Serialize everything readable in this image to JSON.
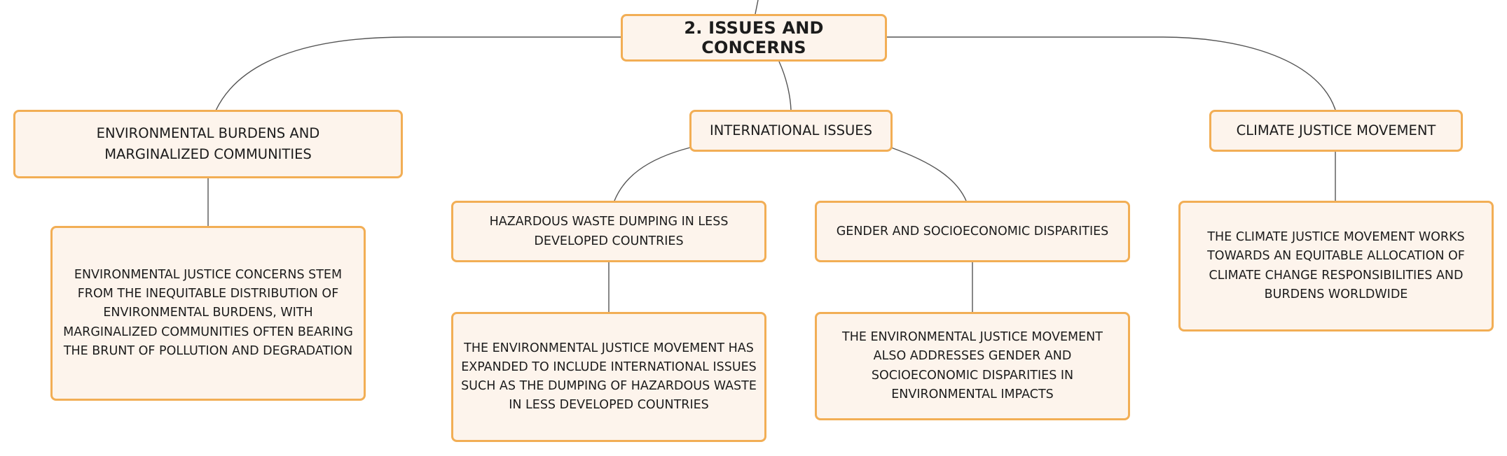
{
  "diagram": {
    "root": {
      "label": "2. ISSUES AND CONCERNS"
    },
    "branches": {
      "environmental_burdens": {
        "label": "ENVIRONMENTAL BURDENS AND MARGINALIZED COMMUNITIES",
        "detail": "ENVIRONMENTAL JUSTICE CONCERNS STEM FROM THE INEQUITABLE DISTRIBUTION OF ENVIRONMENTAL BURDENS, WITH MARGINALIZED COMMUNITIES OFTEN BEARING THE BRUNT OF POLLUTION AND DEGRADATION"
      },
      "international_issues": {
        "label": "INTERNATIONAL ISSUES",
        "children": {
          "hazardous_waste": {
            "label": "HAZARDOUS WASTE DUMPING IN LESS DEVELOPED COUNTRIES",
            "detail": "THE ENVIRONMENTAL JUSTICE MOVEMENT HAS EXPANDED TO INCLUDE INTERNATIONAL ISSUES SUCH AS THE DUMPING OF HAZARDOUS WASTE IN LESS DEVELOPED COUNTRIES"
          },
          "gender_socioeconomic": {
            "label": "GENDER AND SOCIOECONOMIC DISPARITIES",
            "detail": "THE ENVIRONMENTAL JUSTICE MOVEMENT ALSO ADDRESSES GENDER AND SOCIOECONOMIC DISPARITIES IN ENVIRONMENTAL IMPACTS"
          }
        }
      },
      "climate_justice": {
        "label": "CLIMATE JUSTICE MOVEMENT",
        "detail": "THE CLIMATE JUSTICE MOVEMENT WORKS TOWARDS AN EQUITABLE ALLOCATION OF CLIMATE CHANGE RESPONSIBILITIES AND BURDENS WORLDWIDE"
      }
    },
    "colors": {
      "node_fill": "#fdf4ec",
      "node_border": "#f2ae55",
      "connector": "#555555",
      "text": "#1c1c1c"
    }
  }
}
